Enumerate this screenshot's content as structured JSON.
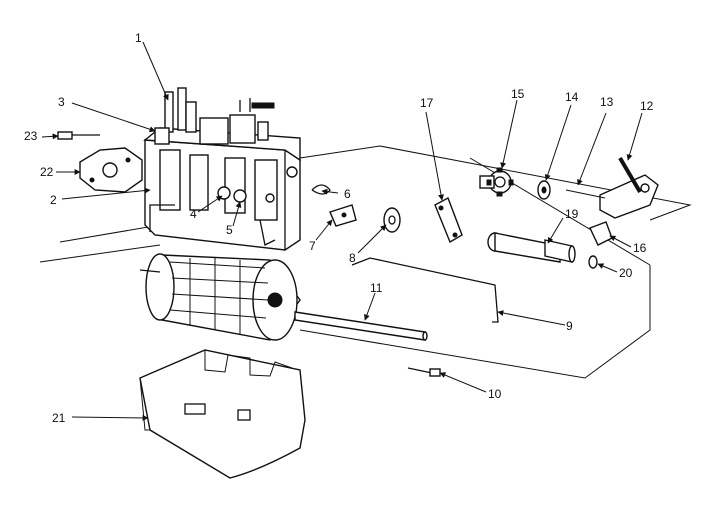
{
  "diagram": {
    "colors": {
      "ink": "#111111",
      "paper": "#ffffff"
    },
    "callouts": [
      {
        "id": "c1",
        "text": "1"
      },
      {
        "id": "c2",
        "text": "2"
      },
      {
        "id": "c3",
        "text": "3"
      },
      {
        "id": "c4",
        "text": "4"
      },
      {
        "id": "c5",
        "text": "5"
      },
      {
        "id": "c6",
        "text": "6"
      },
      {
        "id": "c7",
        "text": "7"
      },
      {
        "id": "c8",
        "text": "8"
      },
      {
        "id": "c9",
        "text": "9"
      },
      {
        "id": "c10",
        "text": "10"
      },
      {
        "id": "c11",
        "text": "11"
      },
      {
        "id": "c12",
        "text": "12"
      },
      {
        "id": "c13",
        "text": "13"
      },
      {
        "id": "c14",
        "text": "14"
      },
      {
        "id": "c15",
        "text": "15"
      },
      {
        "id": "c16",
        "text": "16"
      },
      {
        "id": "c17",
        "text": "17"
      },
      {
        "id": "c19",
        "text": "19"
      },
      {
        "id": "c20",
        "text": "20"
      },
      {
        "id": "c21",
        "text": "21"
      },
      {
        "id": "c22",
        "text": "22"
      },
      {
        "id": "c23",
        "text": "23"
      }
    ]
  }
}
